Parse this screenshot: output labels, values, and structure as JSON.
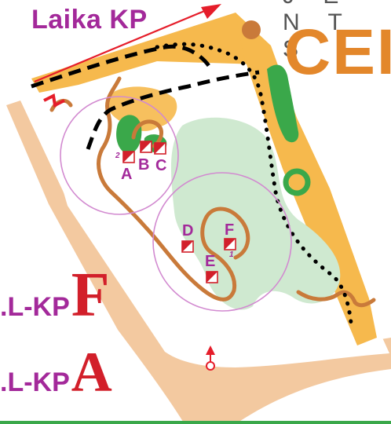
{
  "map": {
    "title": "Laika KP",
    "brand": {
      "top_text": "J E N T S",
      "big_text": "CEI"
    },
    "controls": [
      {
        "id": "A",
        "label": "A",
        "number": "2"
      },
      {
        "id": "B",
        "label": "B",
        "number": ""
      },
      {
        "id": "C",
        "label": "C",
        "number": ""
      },
      {
        "id": "D",
        "label": "D",
        "number": ""
      },
      {
        "id": "E",
        "label": "E",
        "number": ""
      },
      {
        "id": "F",
        "label": "F",
        "number": "1"
      }
    ],
    "legend": [
      {
        "label": ".L-KP",
        "letter": "F"
      },
      {
        "label": ".L-KP",
        "letter": "A"
      }
    ],
    "colors": {
      "road": "#f3c9a0",
      "open_land": "#f6b94d",
      "green": "#3aa84a",
      "light_green": "#cfe9d0",
      "path": "#c97a3a",
      "course": "#a3299a",
      "control_red": "#d21f2a",
      "north_arrow": "#e51d2a"
    },
    "icons": [
      "north-arrow-icon",
      "start-marker-icon",
      "control-flag-icon"
    ]
  }
}
